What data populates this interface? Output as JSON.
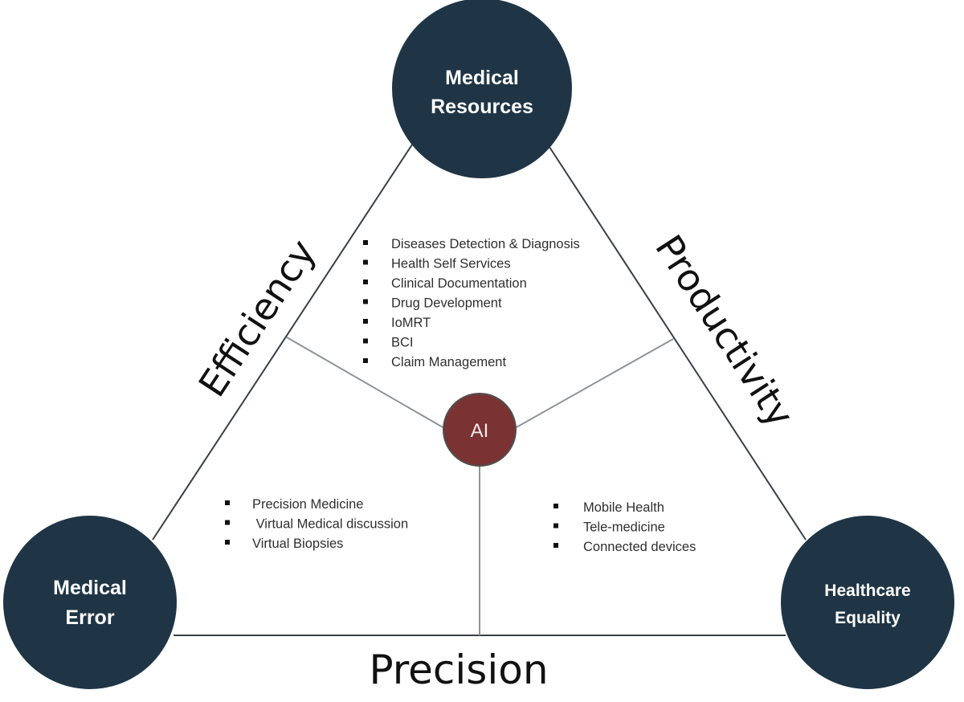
{
  "nodes": {
    "top": "Medical\nResources",
    "top_lines": [
      "Medical",
      "Resources"
    ],
    "bottom_left_lines": [
      "Medical",
      "Error"
    ],
    "bottom_right_lines": [
      "Healthcare",
      "Equality"
    ],
    "center": "AI"
  },
  "axes": {
    "left": "Efficiency",
    "right": "Productivity",
    "bottom": "Precision"
  },
  "lists": {
    "top": [
      "Diseases Detection & Diagnosis",
      "Health Self Services",
      "Clinical Documentation",
      "Drug Development",
      "IoMRT",
      "BCI",
      "Claim Management"
    ],
    "bottom_left": [
      "Precision Medicine",
      " Virtual Medical discussion",
      "Virtual Biopsies"
    ],
    "bottom_right": [
      "Mobile Health",
      "Tele-medicine",
      "Connected devices"
    ]
  },
  "colors": {
    "node": "#1f3546",
    "ai_node": "#7b3233"
  }
}
